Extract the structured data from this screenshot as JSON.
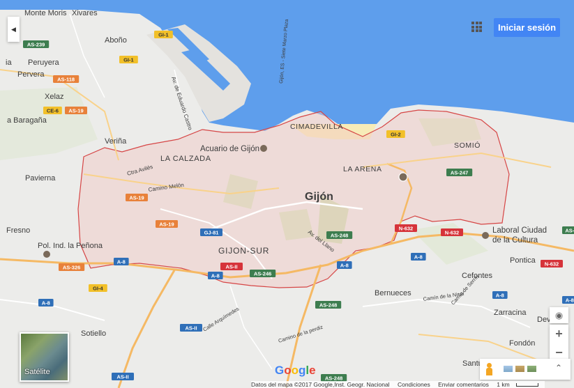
{
  "header": {
    "signin_label": "Iniciar sesión",
    "apps_icon": "apps-grid-icon"
  },
  "places": {
    "gijon": "Gijón",
    "lacalzada": "LA CALZADA",
    "laarena": "LA ARENA",
    "gijonsur": "GIJON-SUR",
    "cimadevilla": "CIMADEVILLA",
    "somio": "SOMIÓ",
    "acuario": "Acuario de Gijón",
    "monte_moris": "Monte Moris",
    "xivares": "Xivares",
    "abono": "Aboño",
    "peruyera": "Peruyera",
    "pervera": "Pervera",
    "xelaz": "Xelaz",
    "la_baragana": "a Baragaña",
    "verina": "Veriña",
    "pavierna": "Pavierna",
    "fresno": "Fresno",
    "pol_ind": "Pol. Ind. la Peñona",
    "laboral1": "Laboral Ciudad",
    "laboral2": "de la Cultura",
    "pontica": "Pontica",
    "cefontes": "Cefontes",
    "bernueces": "Bernueces",
    "zarracina": "Zarracina",
    "deva": "Dev",
    "fondon": "Fondón",
    "santu": "Santu",
    "sotiello": "Sotiello",
    "ia": "ia"
  },
  "streets": {
    "eduardo_castro": "Av. de Eduardo Castro",
    "gijon_sanpedro": "Gijón, ES - Siete Marzo Plaza",
    "cetra_aviles": "Ctra Avilés",
    "camino_melon": "Camino Melón",
    "av_llano": "Av. del Llano",
    "camin_nisal": "Camín de la Nisal",
    "camino_perdiz": "Camino de la perdiz",
    "calle_arquimedes": "Calle Arquímedes",
    "serrin": "Camín de Serrín"
  },
  "shields": [
    {
      "t": "AS-239",
      "c": "#3d7d4f"
    },
    {
      "t": "AS-118",
      "c": "#e8813a"
    },
    {
      "t": "CE-6",
      "c": "#f2c029"
    },
    {
      "t": "AS-19",
      "c": "#e8813a"
    },
    {
      "t": "GI-1",
      "c": "#f2c029"
    },
    {
      "t": "GI-1",
      "c": "#f2c029"
    },
    {
      "t": "AS-19",
      "c": "#e8813a"
    },
    {
      "t": "AS-19",
      "c": "#e8813a"
    },
    {
      "t": "GJ-81",
      "c": "#2f6fb8"
    },
    {
      "t": "AS-248",
      "c": "#3d7d4f"
    },
    {
      "t": "AS-247",
      "c": "#3d7d4f"
    },
    {
      "t": "N-632",
      "c": "#d6333a"
    },
    {
      "t": "N-632",
      "c": "#d6333a"
    },
    {
      "t": "N-632",
      "c": "#d6333a"
    },
    {
      "t": "A-8",
      "c": "#2f6fb8"
    },
    {
      "t": "A-8",
      "c": "#2f6fb8"
    },
    {
      "t": "A-8",
      "c": "#2f6fb8"
    },
    {
      "t": "A-8",
      "c": "#2f6fb8"
    },
    {
      "t": "AS-II",
      "c": "#d6333a"
    },
    {
      "t": "AS-246",
      "c": "#3d7d4f"
    },
    {
      "t": "AS-326",
      "c": "#e8813a"
    },
    {
      "t": "GI-4",
      "c": "#f2c029"
    },
    {
      "t": "A-8",
      "c": "#2f6fb8"
    },
    {
      "t": "AS-248",
      "c": "#3d7d4f"
    },
    {
      "t": "AS-II",
      "c": "#2f6fb8"
    },
    {
      "t": "AS-II",
      "c": "#2f6fb8"
    },
    {
      "t": "A-8",
      "c": "#2f6fb8"
    },
    {
      "t": "AS-248",
      "c": "#3d7d4f"
    },
    {
      "t": "A-8",
      "c": "#2f6fb8"
    },
    {
      "t": "GI-2",
      "c": "#f2c029"
    },
    {
      "t": "AS-",
      "c": "#3d7d4f"
    }
  ],
  "controls": {
    "satellite_label": "Satélite",
    "zoom_in": "+",
    "zoom_out": "−",
    "google_logo": "Google"
  },
  "footer": {
    "attribution": "Datos del mapa ©2017 Google,Inst. Geogr. Nacional",
    "conditions": "Condiciones",
    "feedback": "Enviar comentarios",
    "scale": "1 km"
  }
}
